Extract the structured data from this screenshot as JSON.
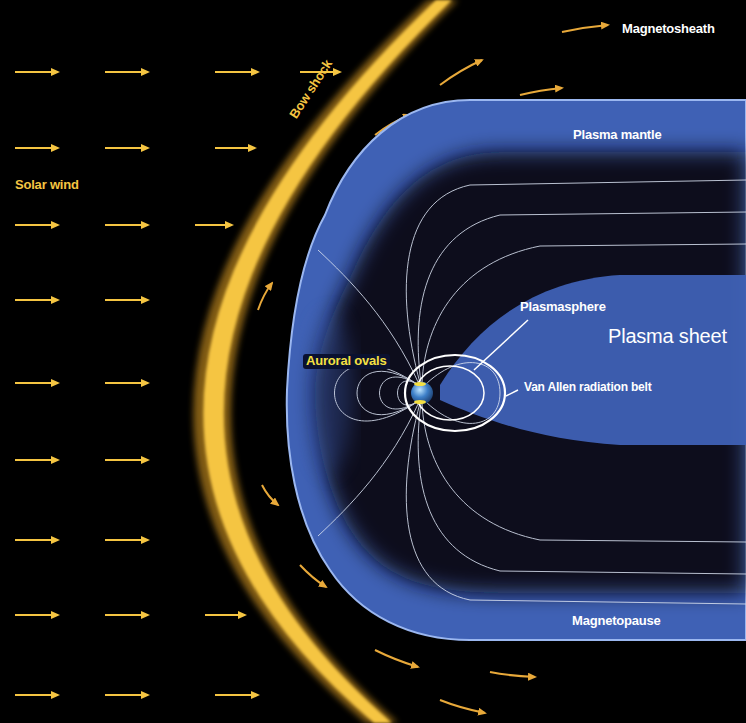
{
  "diagram": {
    "labels": [
      "Magnetosheath",
      "Bow shock",
      "Solar wind",
      "Plasma mantle",
      "Plasmasphere",
      "Plasma sheet",
      "Auroral ovals",
      "Van Allen radiation belt",
      "Magnetopause"
    ]
  }
}
